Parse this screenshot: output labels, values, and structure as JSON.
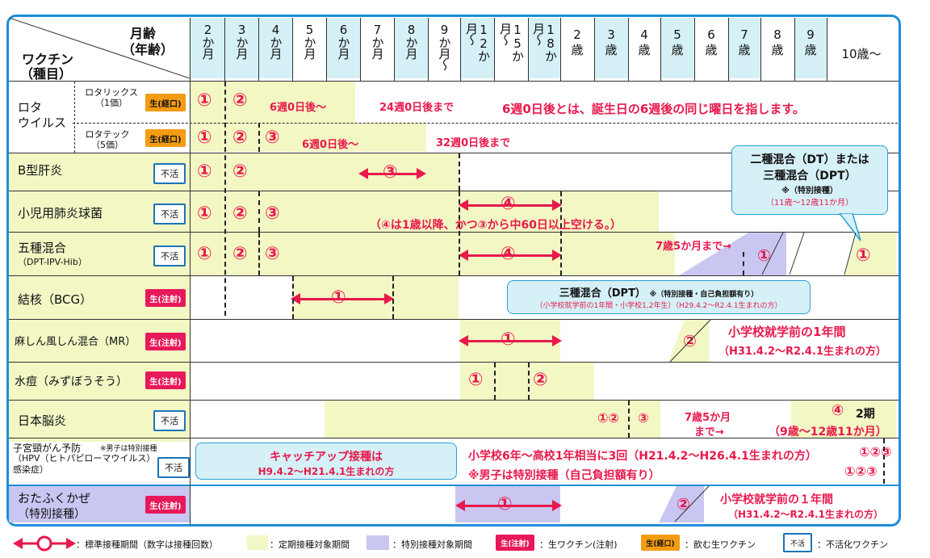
{
  "header": {
    "age_label_line1": "月齢",
    "age_label_line2": "（年齢）",
    "vaccine_label_line1": "ワクチン",
    "vaccine_label_line2": "（種目）",
    "ages": [
      "2か月",
      "3か月",
      "4か月",
      "5か月",
      "6か月",
      "7か月",
      "8か月",
      "9か月〜",
      "12か月〜",
      "15か月〜",
      "18か月〜",
      "2歳",
      "3歳",
      "4歳",
      "5歳",
      "6歳",
      "7歳",
      "8歳",
      "9歳",
      "10歳〜"
    ]
  },
  "rows": {
    "rota": {
      "name": "ロタ\nウイルス",
      "sub1": "ロタリックス\n（1価）",
      "sub2": "ロタテック\n（5価）",
      "badge": "生(経口)",
      "note1": "6週0日後〜",
      "note2": "24週0日後まで",
      "note3": "6週0日後とは、誕生日の6週後の同じ曜日を指します。",
      "note4": "6週0日後〜",
      "note5": "32週0日後まで"
    },
    "hepb": {
      "name": "B型肝炎",
      "badge": "不活"
    },
    "pneumo": {
      "name": "小児用肺炎球菌",
      "badge": "不活",
      "note": "（④は1歳以降、かつ③から中60日以上空ける。）"
    },
    "five": {
      "name": "五種混合",
      "sub": "（DPT-IPV-Hib）",
      "badge": "不活",
      "note": "7歳5か月まで→"
    },
    "bcg": {
      "name": "結核（BCG）",
      "badge": "生(注射)"
    },
    "mr": {
      "name": "麻しん風しん混合（MR）",
      "badge": "生(注射)",
      "note1": "小学校就学前の1年間",
      "note2": "（H31.4.2〜R2.4.1生まれの方）"
    },
    "varicella": {
      "name": "水痘（みずぼうそう）",
      "badge": "生(注射)"
    },
    "je": {
      "name": "日本脳炎",
      "badge": "不活",
      "note1": "7歳5か月",
      "note2": "まで→",
      "note3": "2期",
      "note4": "（9歳〜12歳11か月）"
    },
    "hpv": {
      "name": "子宮頸がん予防",
      "name_note": "※男子は特別接種",
      "sub": "（HPV（ヒトパピローマウイルス）感染症）",
      "badge": "不活",
      "callout1": "キャッチアップ接種は",
      "callout2": "H9.4.2〜H21.4.1生まれの方",
      "note1": "小学校6年〜高校1年相当に3回（H21.4.2〜H26.4.1生まれの方）",
      "note2": "※男子は特別接種（自己負担額有り）"
    },
    "mumps": {
      "name": "おたふくかぜ",
      "sub": "（特別接種）",
      "badge": "生(注射)",
      "note1": "小学校就学前の１年間",
      "note2": "（H31.4.2〜R2.4.1生まれの方）"
    }
  },
  "callouts": {
    "dt_line1": "二種混合（DT）または",
    "dt_line2": "三種混合（DPT）",
    "dt_line3": "※（特別接種）",
    "dt_line4": "（11歳〜12歳11か月）",
    "dpt_line1": "三種混合（DPT）",
    "dpt_line1b": "※（特別接種・自己負担額有り）",
    "dpt_line2": "（小学校就学前の1年間・小学校1,2年生）（H29.4.2〜R2.4.1生まれの方）"
  },
  "legend": {
    "arrow": "：標準接種期間（数字は接種回数）",
    "yellow": "：定期接種対象期間",
    "purple": "：特別接種対象期間",
    "live_badge": "生(注射)",
    "live": "：生ワクチン(注射)",
    "oral_badge": "生(経口)",
    "oral": "：飲む生ワクチン",
    "inact_badge": "不活",
    "inact": "：不活化ワクチン"
  },
  "colors": {
    "border": "#1d8fd8",
    "period": "#f2f7c4",
    "special": "#c9c6f1",
    "accent": "#e8194c",
    "header_blue": "#d5f1f7"
  }
}
